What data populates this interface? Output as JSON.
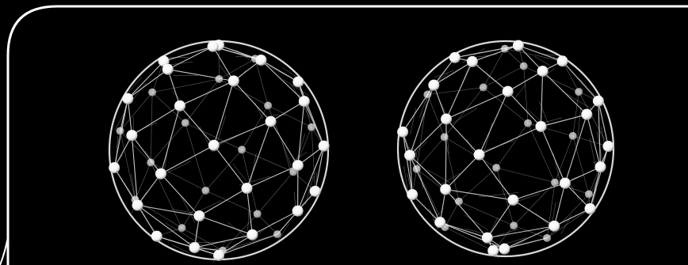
{
  "colors": {
    "background": "#000000",
    "frame_stroke": "#ffffff",
    "wire": "#d9d9d9",
    "node_fill": "#f2f2f2",
    "node_shade": "#9a9a9a"
  },
  "figure": {
    "panels": [
      {
        "id": "left",
        "subject": "geodesic-sphere-symmetric"
      },
      {
        "id": "right",
        "subject": "geodesic-sphere-irregular"
      }
    ]
  }
}
